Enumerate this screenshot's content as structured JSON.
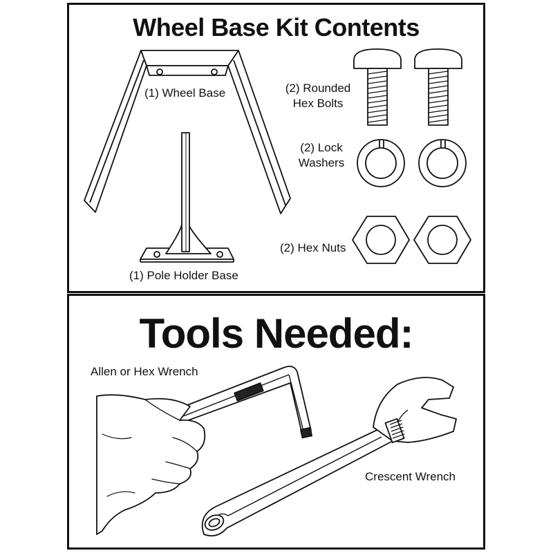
{
  "kit": {
    "title": "Wheel Base Kit Contents",
    "items": {
      "wheel_base": "(1) Wheel Base",
      "pole_holder_base": "(1) Pole Holder Base",
      "bolts_line1": "(2) Rounded",
      "bolts_line2": "Hex Bolts",
      "washers_line1": "(2) Lock",
      "washers_line2": "Washers",
      "nuts": "(2) Hex Nuts"
    }
  },
  "tools": {
    "title": "Tools Needed:",
    "allen_wrench": "Allen or Hex Wrench",
    "crescent_wrench": "Crescent Wrench"
  },
  "icons": [
    "wheel-base-icon",
    "pole-holder-base-icon",
    "hex-bolt-icon",
    "lock-washer-icon",
    "hex-nut-icon",
    "hand-icon",
    "allen-wrench-icon",
    "crescent-wrench-icon"
  ]
}
